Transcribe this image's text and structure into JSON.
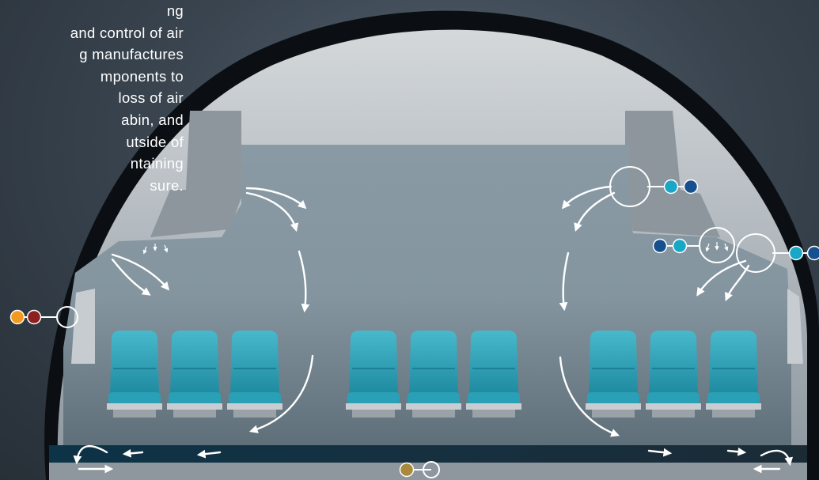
{
  "intro_text": {
    "lines": [
      "ng",
      "and control of air",
      "g manufactures",
      "mponents to",
      "loss of air",
      "abin, and",
      "utside of",
      "ntaining",
      "sure."
    ]
  },
  "seat_groups": {
    "left": {
      "seat_count": 3
    },
    "center": {
      "seat_count": 3
    },
    "right": {
      "seat_count": 3
    }
  },
  "hotspots": [
    {
      "id": "left-wall",
      "dot_colors": [
        "#f39a1e",
        "#8e1f1f"
      ]
    },
    {
      "id": "upper-right-bin",
      "dot_colors": [
        "#18a7c7",
        "#17508e"
      ]
    },
    {
      "id": "right-vent",
      "dot_colors": [
        "#17508e",
        "#18a7c7"
      ]
    },
    {
      "id": "right-sidewall",
      "dot_colors": [
        "#18a7c7",
        "#17508e"
      ]
    },
    {
      "id": "floor",
      "dot_colors": [
        "#a88a3c"
      ]
    }
  ],
  "colors": {
    "cabin_wall": "#9aa3aa",
    "seat": "#2e9fb3",
    "airflow_arrow": "#ffffff",
    "floor": "#102836"
  }
}
